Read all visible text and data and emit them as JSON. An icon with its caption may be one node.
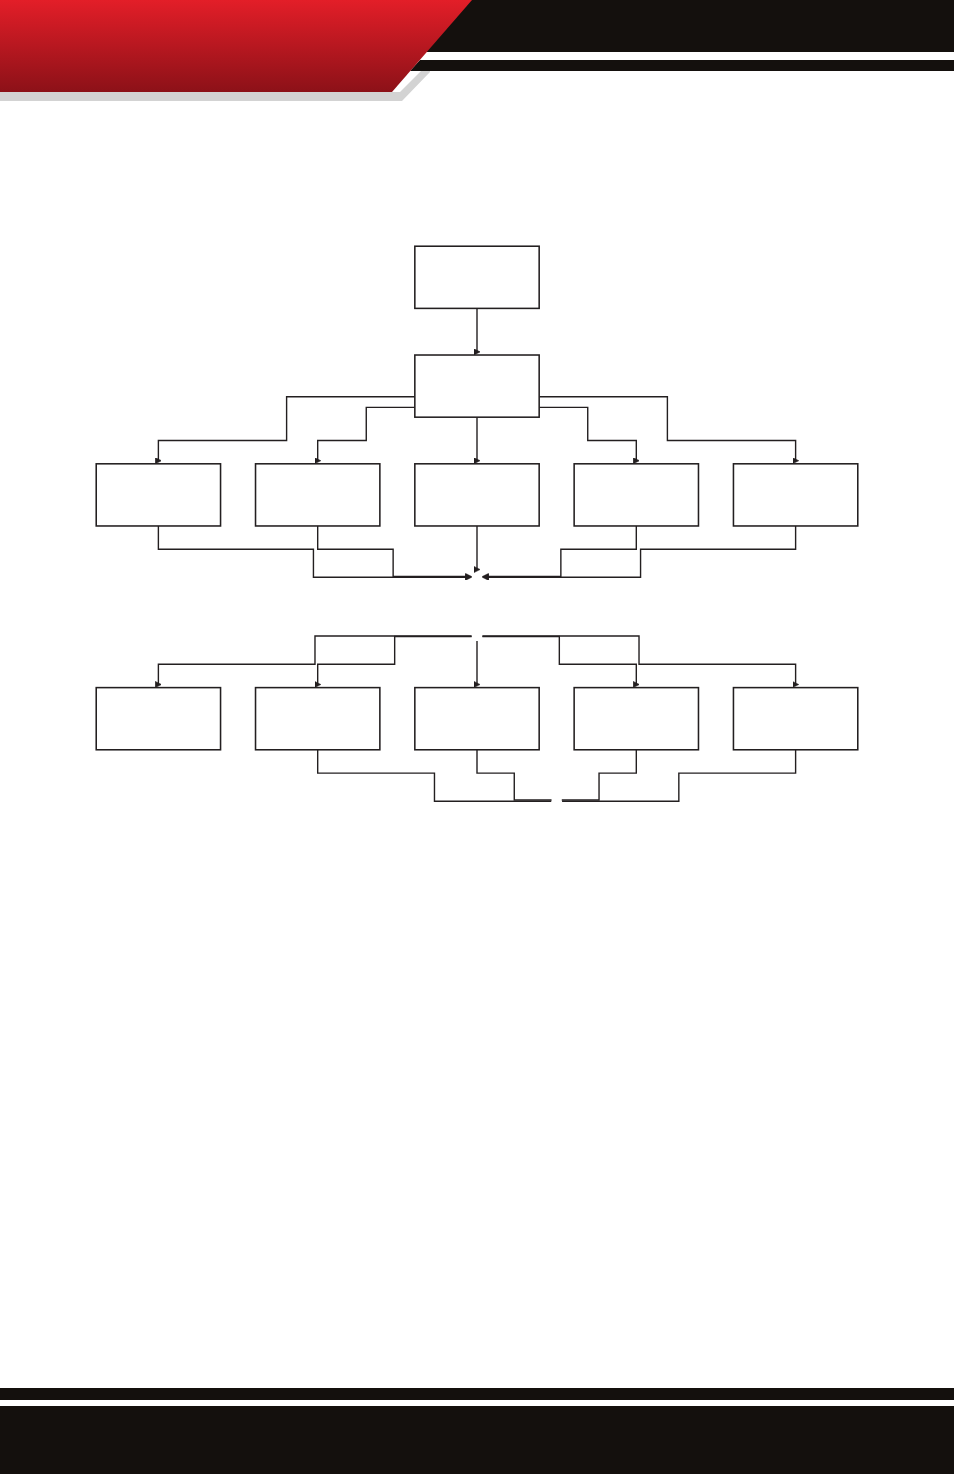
{
  "diagram": {
    "nodes": [
      {
        "text": [],
        "shape": "box"
      },
      {
        "text": [],
        "shape": "box"
      },
      {
        "text": [],
        "shape": "box"
      },
      {
        "text": [],
        "shape": "box"
      },
      {
        "text": [],
        "shape": "box"
      },
      {
        "text": [],
        "shape": "box"
      },
      {
        "text": [],
        "shape": "box"
      },
      {
        "text": [],
        "shape": "box"
      },
      {
        "text": [],
        "shape": "box"
      },
      {
        "text": [],
        "shape": "box"
      },
      {
        "text": [],
        "shape": "box"
      },
      {
        "text": [],
        "shape": "box"
      }
    ],
    "edges": [
      {
        "from": 0,
        "to": 1,
        "arrow": "to"
      },
      {
        "from": 1,
        "to": 2,
        "arrow": "to"
      },
      {
        "from": 1,
        "to": 3,
        "arrow": "to"
      },
      {
        "from": 1,
        "to": 4,
        "arrow": "to"
      },
      {
        "from": 1,
        "to": 5,
        "arrow": "to"
      },
      {
        "from": 1,
        "to": 6,
        "arrow": "to"
      },
      {
        "from": 2,
        "to": null,
        "arrow": "to"
      },
      {
        "from": 3,
        "to": null,
        "arrow": "to"
      },
      {
        "from": 4,
        "to": null,
        "arrow": "to"
      },
      {
        "from": 5,
        "to": null,
        "arrow": "to"
      },
      {
        "from": 6,
        "to": null,
        "arrow": "to"
      },
      {
        "from": null,
        "to": 7,
        "arrow": "to"
      },
      {
        "from": null,
        "to": 8,
        "arrow": "to"
      },
      {
        "from": null,
        "to": 9,
        "arrow": "to"
      },
      {
        "from": null,
        "to": 10,
        "arrow": "to"
      },
      {
        "from": null,
        "to": 11,
        "arrow": "to"
      },
      {
        "from": 8,
        "to": null,
        "arrow": "none"
      },
      {
        "from": 9,
        "to": null,
        "arrow": "none"
      },
      {
        "from": 10,
        "to": null,
        "arrow": "none"
      },
      {
        "from": 11,
        "to": null,
        "arrow": "none"
      }
    ]
  }
}
